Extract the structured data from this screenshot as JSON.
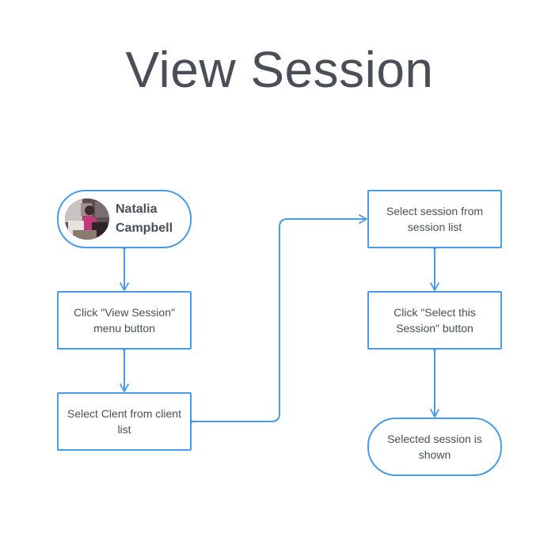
{
  "diagram": {
    "title": "View Session",
    "actor": {
      "name": "Natalia Campbell",
      "avatar_icon": "user-photo-avatar"
    },
    "steps": [
      {
        "id": "step-1",
        "shape": "rect",
        "label": "Click \"View Session\" menu button"
      },
      {
        "id": "step-2",
        "shape": "rect",
        "label": "Select Clent from client list"
      },
      {
        "id": "step-3",
        "shape": "rect",
        "label": "Select session from session list"
      },
      {
        "id": "step-4",
        "shape": "rect",
        "label": "Click \"Select this Session\" button"
      },
      {
        "id": "step-5",
        "shape": "pill",
        "label": "Selected session is shown"
      }
    ],
    "edges": [
      {
        "from": "actor",
        "to": "step-1"
      },
      {
        "from": "step-1",
        "to": "step-2"
      },
      {
        "from": "step-2",
        "to": "step-3"
      },
      {
        "from": "step-3",
        "to": "step-4"
      },
      {
        "from": "step-4",
        "to": "step-5"
      }
    ],
    "colors": {
      "accent": "#4a9be6",
      "text": "#4a4e57",
      "background": "#ffffff"
    }
  }
}
